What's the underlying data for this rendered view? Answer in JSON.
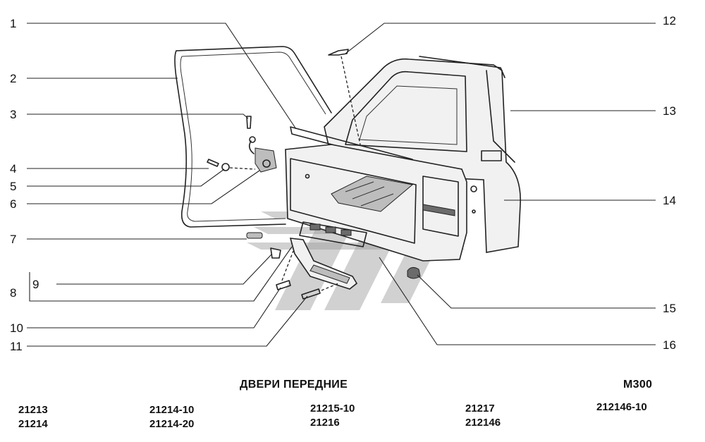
{
  "callouts_left": [
    "1",
    "2",
    "3",
    "4",
    "5",
    "6",
    "7",
    "9",
    "8",
    "10",
    "11"
  ],
  "callouts_right": [
    "12",
    "13",
    "14",
    "15",
    "16"
  ],
  "title": "ДВЕРИ ПЕРЕДНИЕ",
  "code": "M300",
  "models": [
    [
      "21213",
      "21214"
    ],
    [
      "21214-10",
      "21214-20"
    ],
    [
      "21215-10",
      "21216"
    ],
    [
      "21217",
      "212146"
    ],
    [
      "212146-10"
    ]
  ]
}
